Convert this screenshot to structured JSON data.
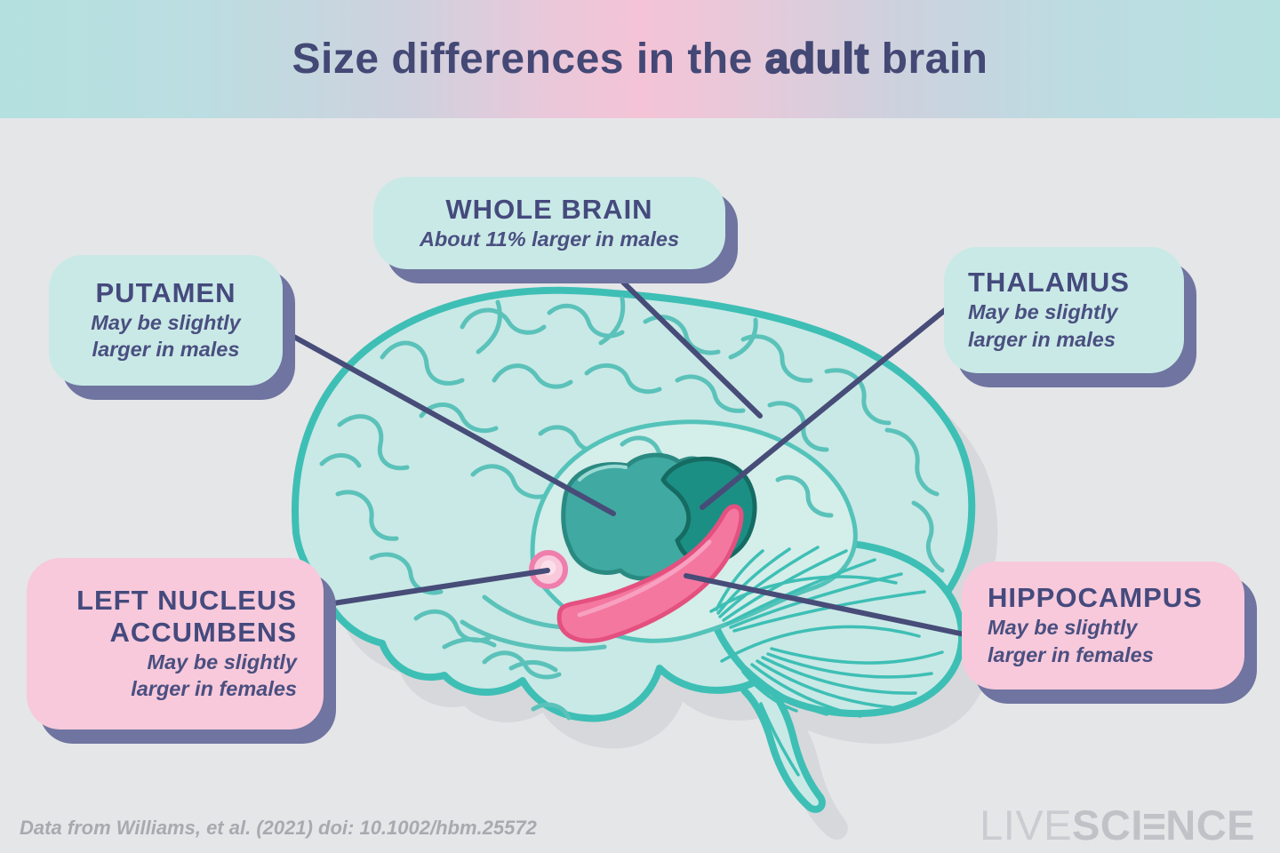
{
  "header": {
    "title_prefix": "Size differences in the ",
    "title_emphasis": "adult",
    "title_suffix": " brain"
  },
  "callouts": {
    "whole_brain": {
      "title": "WHOLE BRAIN",
      "description": "About 11% larger in males"
    },
    "putamen": {
      "title": "PUTAMEN",
      "description_lines": [
        "May be slightly",
        "larger in males"
      ]
    },
    "thalamus": {
      "title": "THALAMUS",
      "description_lines": [
        "May be slightly",
        "larger in males"
      ]
    },
    "left_nucleus_accumbens": {
      "title_lines": [
        "LEFT NUCLEUS",
        "ACCUMBENS"
      ],
      "description_lines": [
        "May be slightly",
        "larger in females"
      ]
    },
    "hippocampus": {
      "title": "HIPPOCAMPUS",
      "description_lines": [
        "May be slightly",
        "larger in females"
      ]
    }
  },
  "footer": {
    "credit": "Data from Williams, et al. (2021) doi: 10.1002/hbm.25572",
    "logo_part1": "LIVE",
    "logo_part2": "SCI",
    "logo_part3": "NCE"
  },
  "colors": {
    "background": "#E5E6E8",
    "header_gradient": [
      "#B4E1E0",
      "#F4C3D6",
      "#B7E1E1"
    ],
    "title_text": "#434875",
    "callout_teal": "#C9E9E6",
    "callout_pink": "#F7C9DB",
    "callout_shadow": "#6F74A0",
    "callout_text": "#454A7D",
    "leader_line": "#474C78",
    "brain_fill": "#C9E9E6",
    "brain_outline": "#3EBFB5",
    "putamen_fill": "#3FA9A2",
    "thalamus_fill": "#1C8F85",
    "hippocampus_fill": "#F4779F",
    "nucleus_accumbens_fill": "#F9C8DB",
    "footer_text": "#A8AAB0",
    "logo_gray": "#C2C3C8"
  }
}
